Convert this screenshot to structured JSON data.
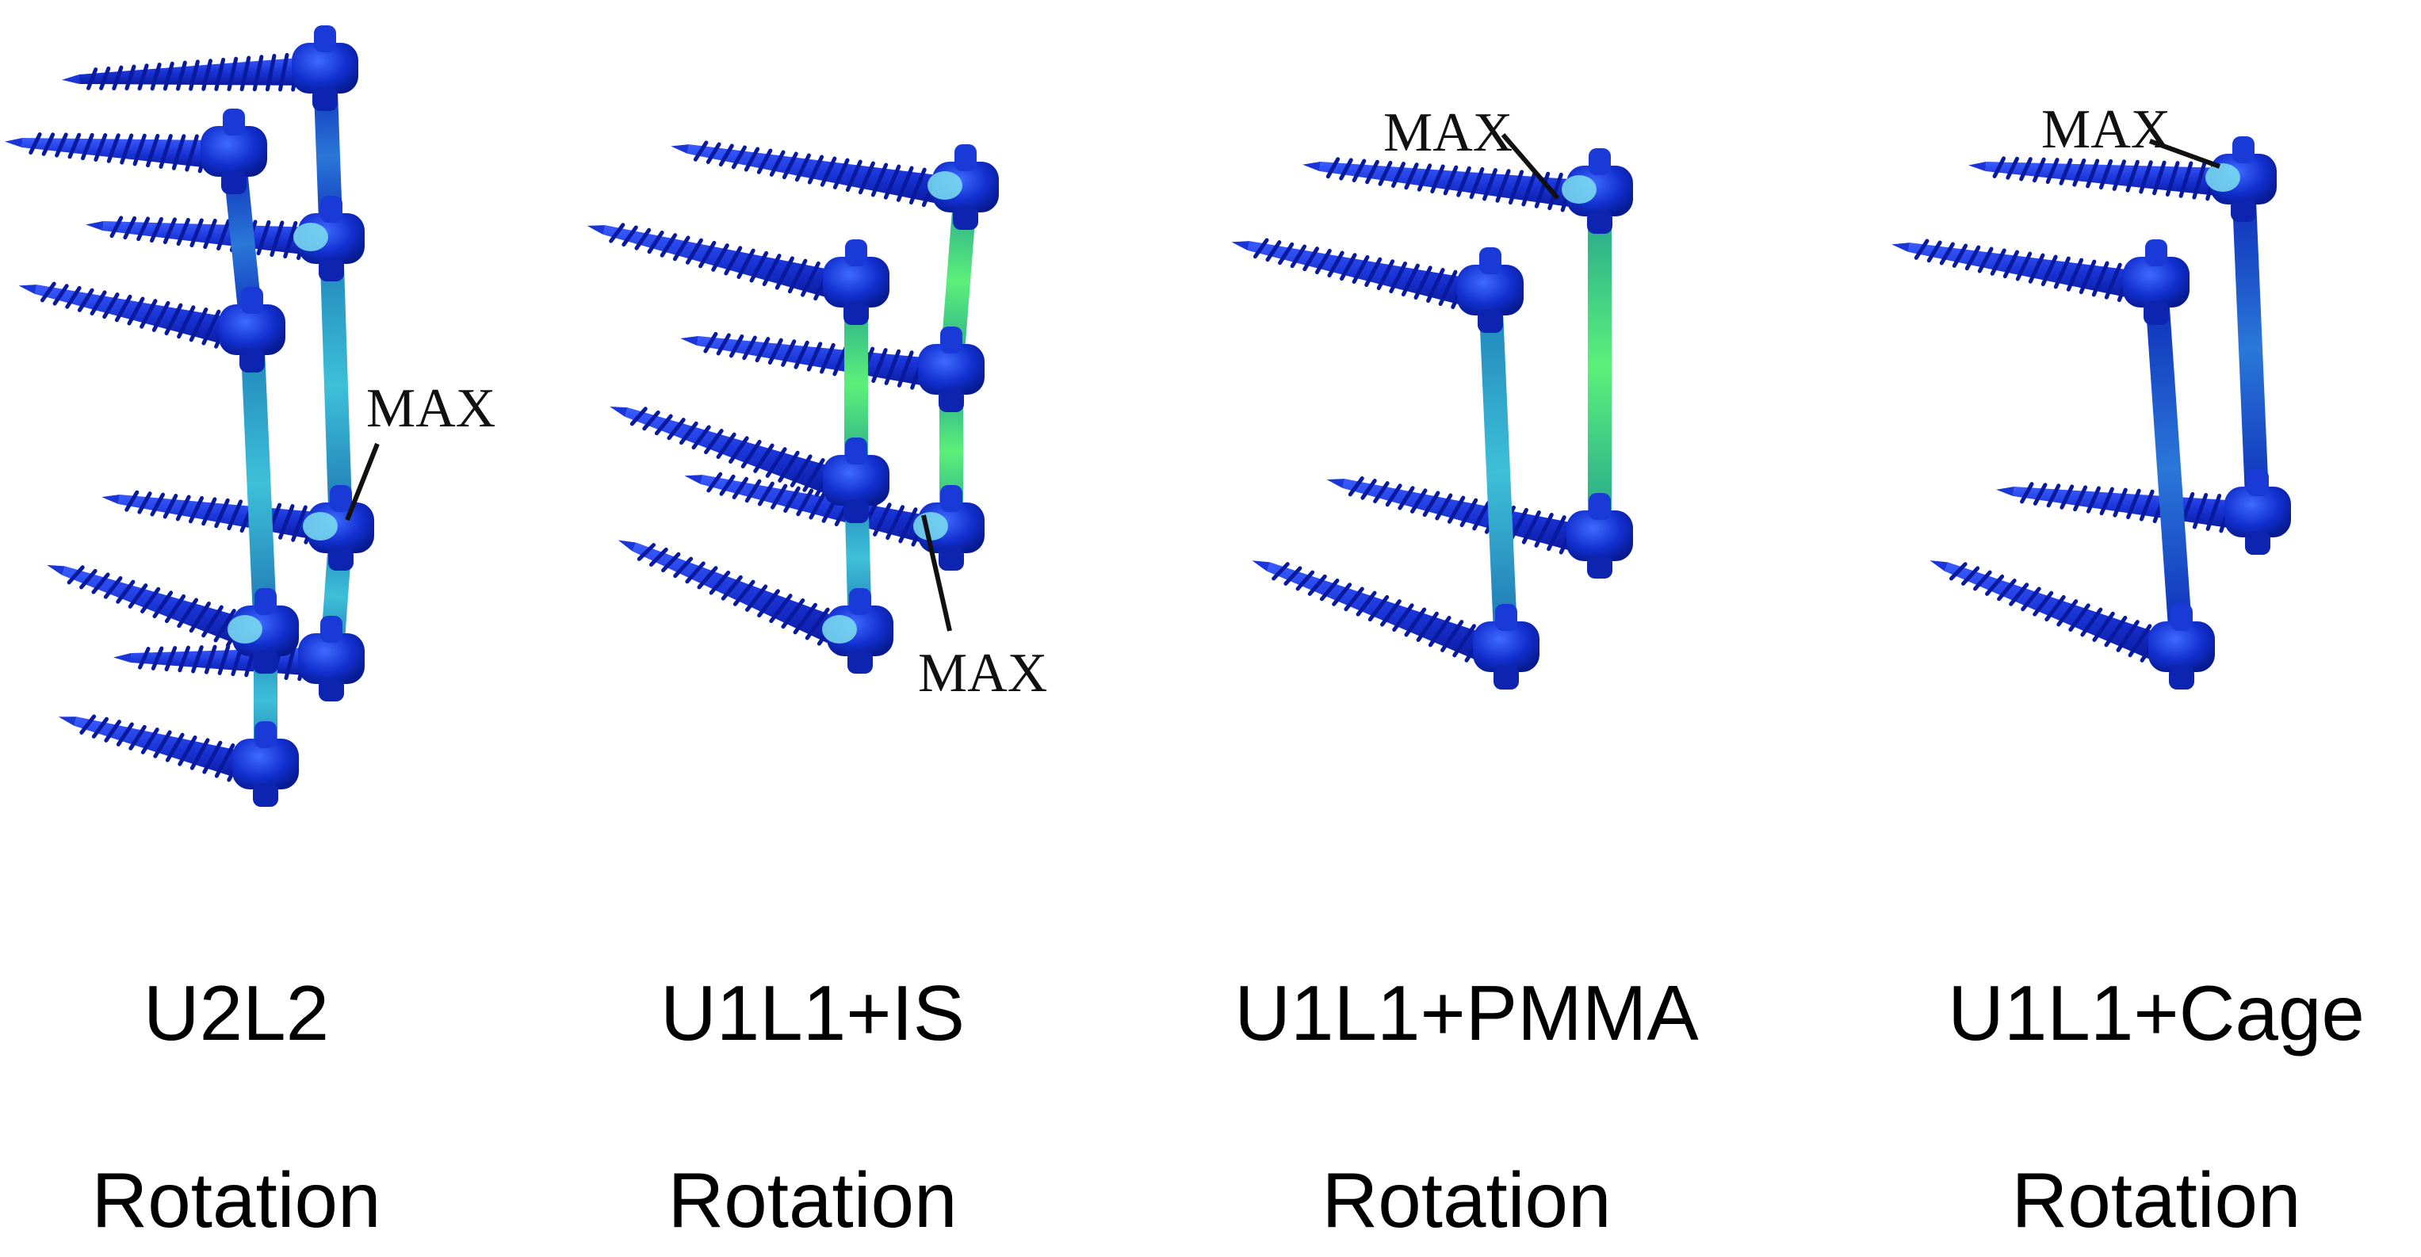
{
  "colors": {
    "background": "#ffffff",
    "screw_dark": "#0a1fb4",
    "screw_mid": "#1f3fe0",
    "rod_cyan": "#28a6c8",
    "rod_green": "#3ee070",
    "hot_cyan": "#7de0f0",
    "text": "#000000"
  },
  "panels": [
    {
      "label": "U2L2",
      "sublabel": "Rotation",
      "marker": "MAX"
    },
    {
      "label": "U1L1+IS",
      "sublabel": "Rotation",
      "marker": "MAX"
    },
    {
      "label": "U1L1+PMMA",
      "sublabel": "Rotation",
      "marker": "MAX"
    },
    {
      "label": "U1L1+Cage",
      "sublabel": "Rotation",
      "marker": "MAX"
    }
  ]
}
